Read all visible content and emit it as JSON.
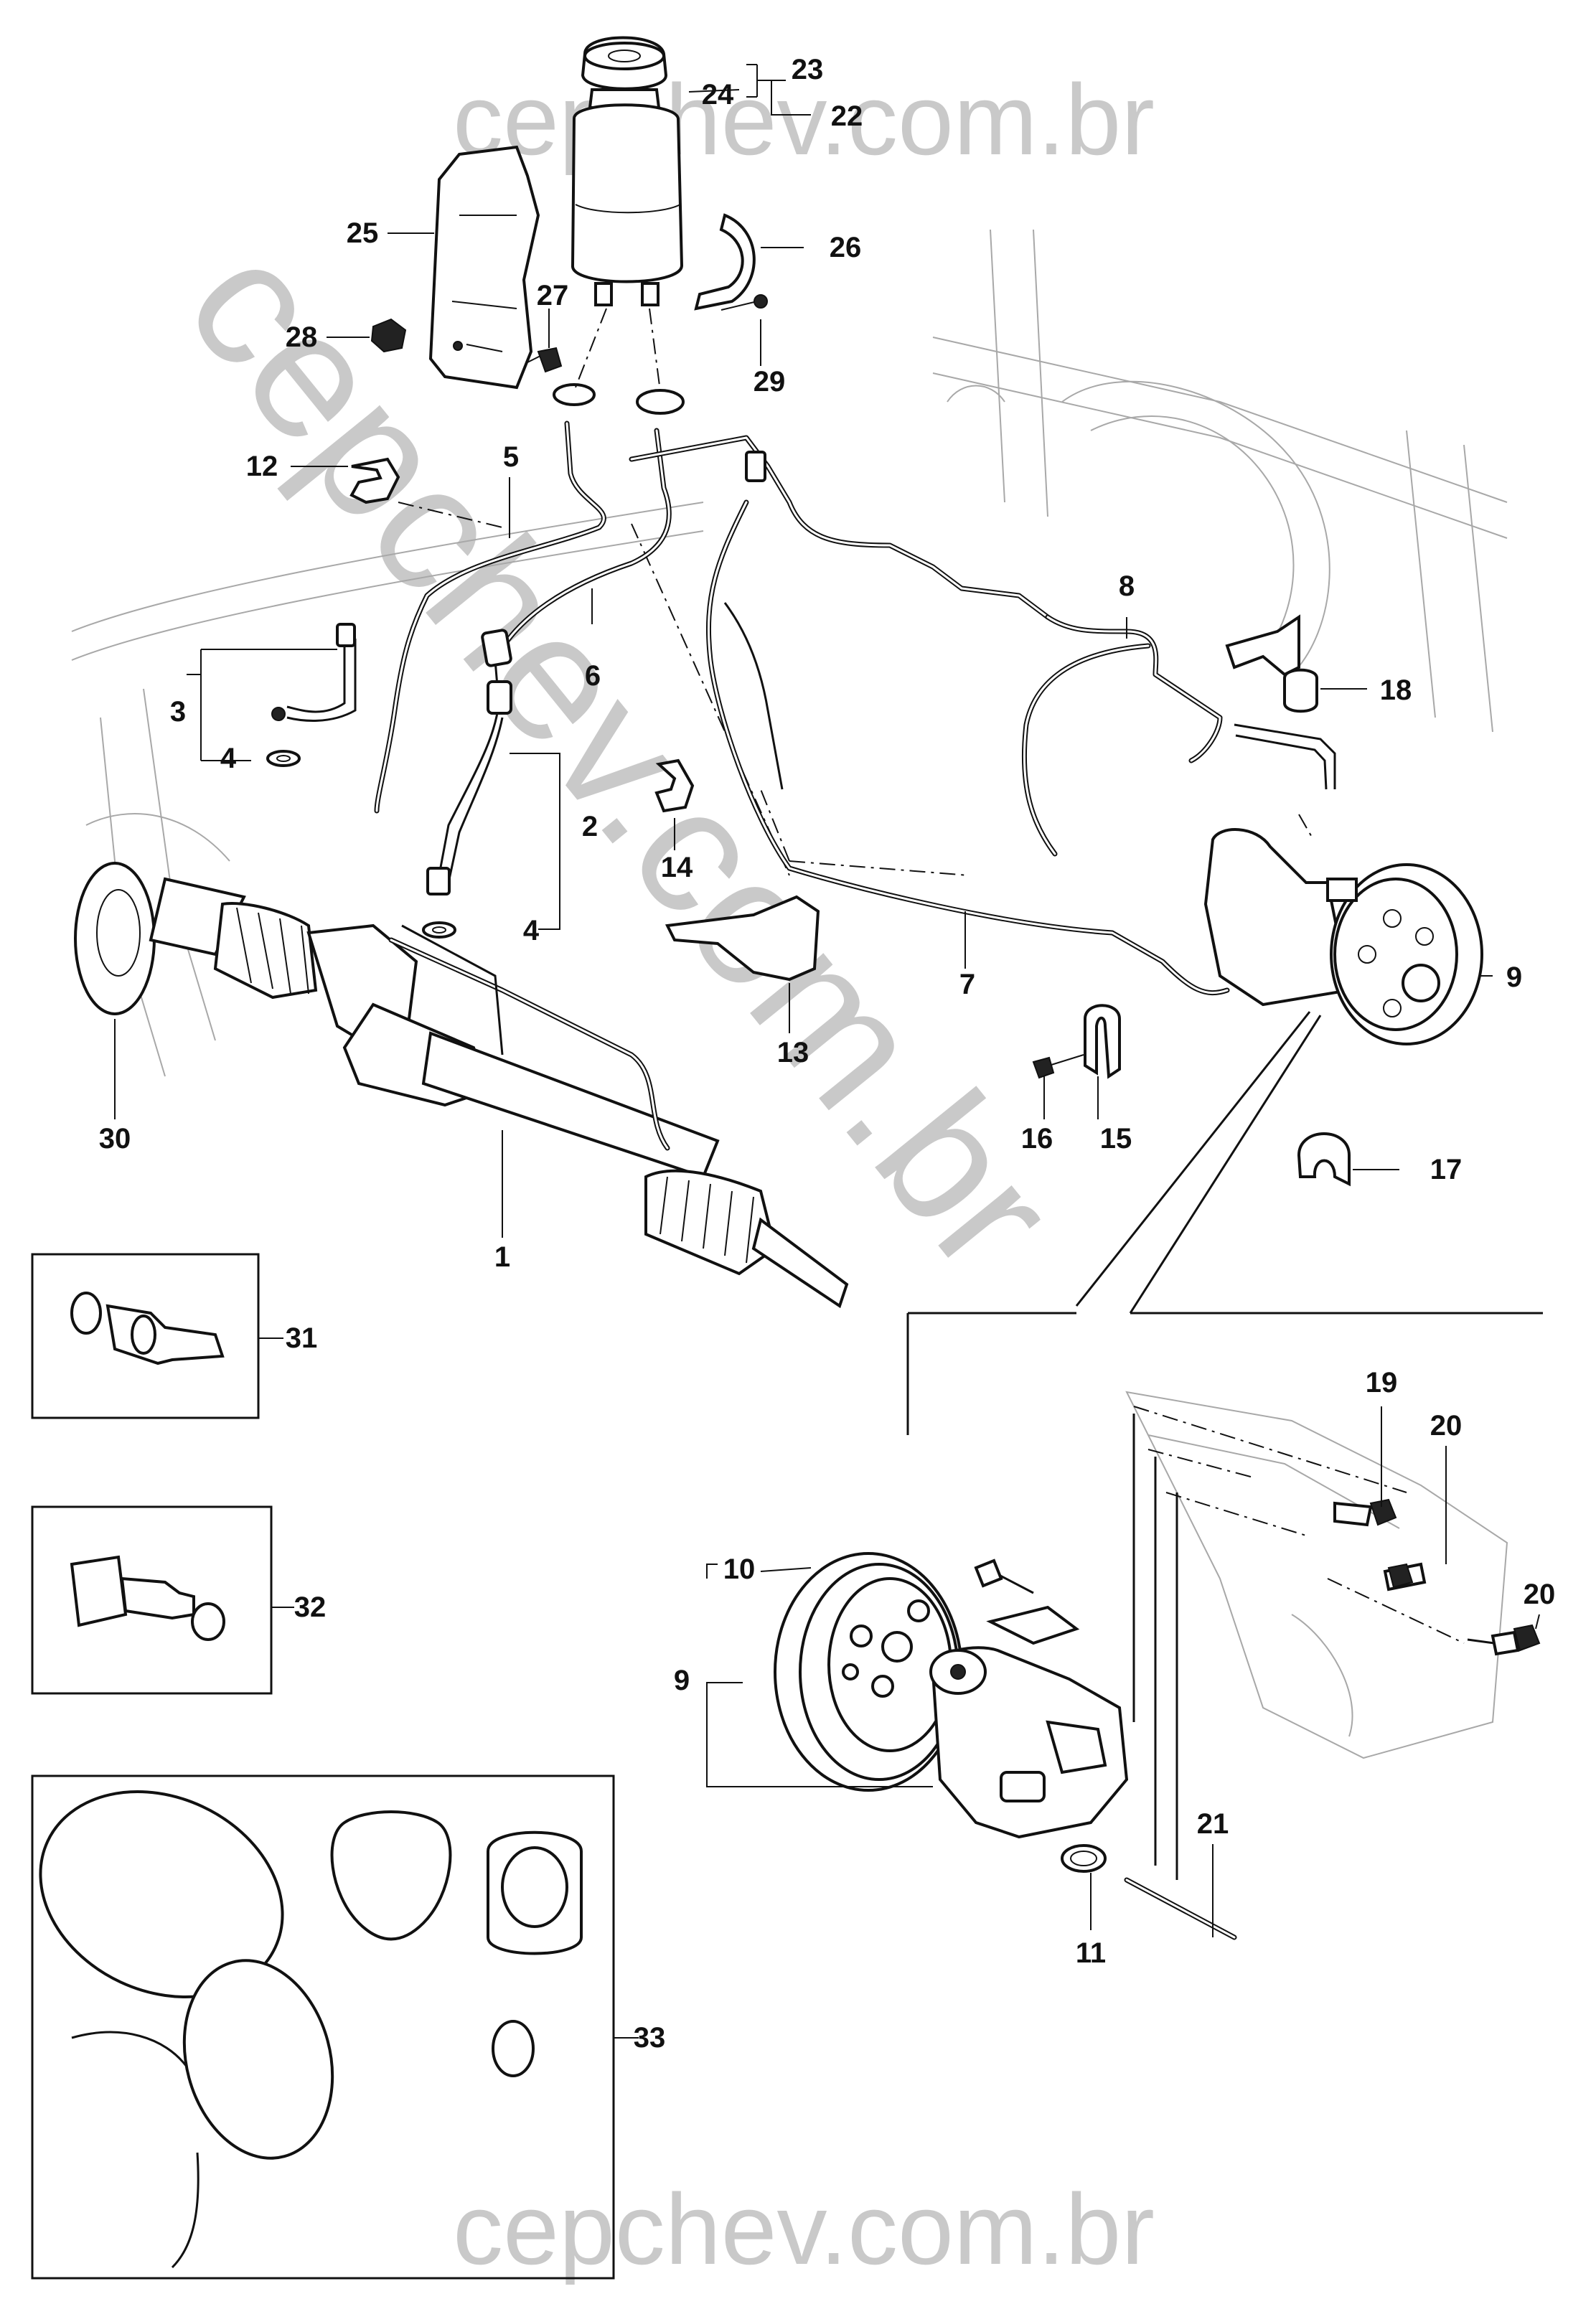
{
  "watermarks": {
    "top": "cepchev.com.br",
    "diagonal": "cepchev.com.br",
    "bottom": "cepchev.com.br"
  },
  "callouts": {
    "c1": "1",
    "c2": "2",
    "c3": "3",
    "c4a": "4",
    "c4b": "4",
    "c5": "5",
    "c6": "6",
    "c7": "7",
    "c8": "8",
    "c9a": "9",
    "c9b": "9",
    "c10": "10",
    "c11": "11",
    "c12": "12",
    "c13": "13",
    "c14": "14",
    "c15": "15",
    "c16": "16",
    "c17": "17",
    "c18": "18",
    "c19": "19",
    "c20a": "20",
    "c20b": "20",
    "c21": "21",
    "c22": "22",
    "c23": "23",
    "c24": "24",
    "c25": "25",
    "c26": "26",
    "c27": "27",
    "c28": "28",
    "c29": "29",
    "c30": "30",
    "c31": "31",
    "c32": "32",
    "c33": "33"
  }
}
